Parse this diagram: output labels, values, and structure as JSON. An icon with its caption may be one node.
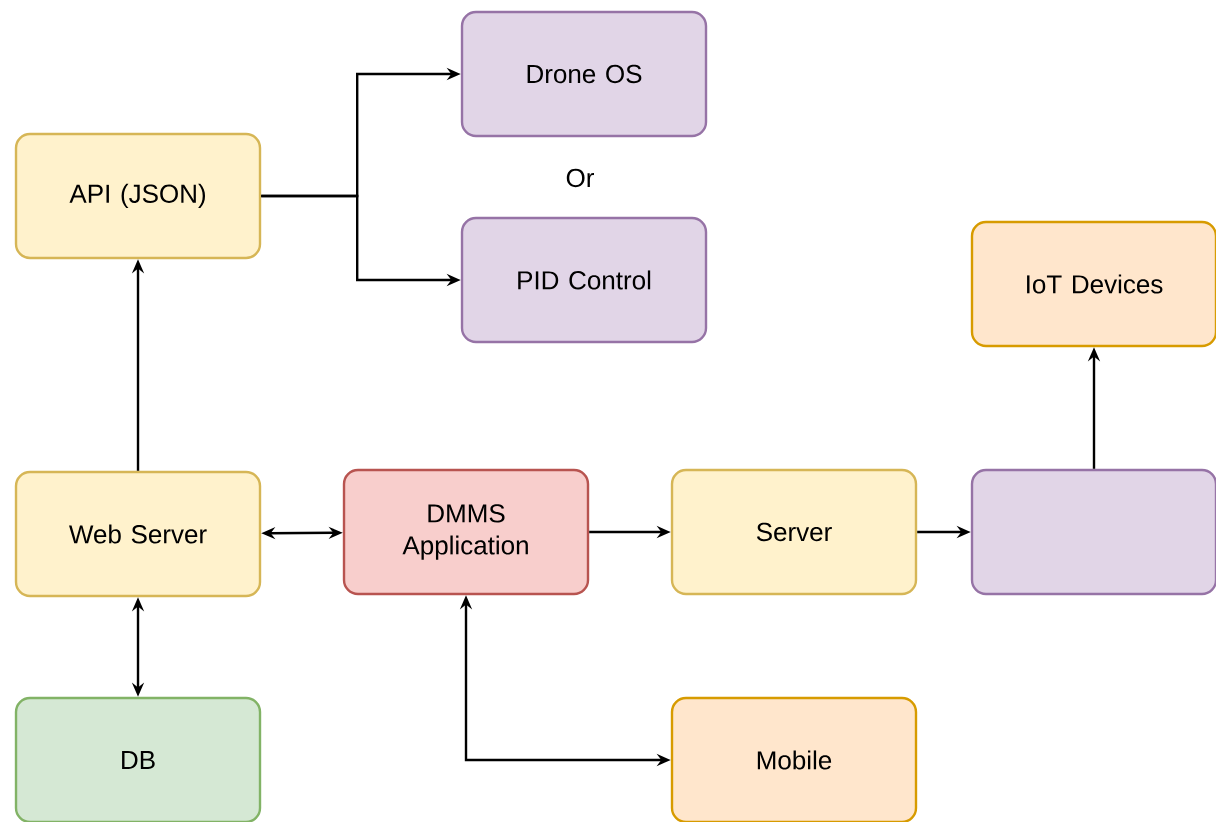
{
  "diagram": {
    "nodes": [
      {
        "text": [
          "API (JSON)"
        ]
      },
      {
        "text": [
          "Drone OS"
        ]
      },
      {
        "text": [
          "PID Control"
        ]
      },
      {
        "text": [
          "Web Server"
        ]
      },
      {
        "text": [
          "DMMS Application"
        ]
      },
      {
        "text": [
          "Server"
        ]
      },
      {
        "text": [],
        "shape": "box"
      },
      {
        "text": [
          "IoT Devices"
        ]
      },
      {
        "text": [
          "DB"
        ]
      },
      {
        "text": [
          "Mobile"
        ]
      }
    ],
    "edges": [
      {
        "from": 3,
        "to": 0,
        "arrow": "to"
      },
      {
        "from": 0,
        "to": 1,
        "arrow": "to"
      },
      {
        "from": 0,
        "to": 2,
        "arrow": "to"
      },
      {
        "from": 3,
        "to": 4,
        "arrow": "both"
      },
      {
        "from": 4,
        "to": 5,
        "arrow": "to"
      },
      {
        "from": 5,
        "to": 6,
        "arrow": "to"
      },
      {
        "from": 6,
        "to": 7,
        "arrow": "to"
      },
      {
        "from": 3,
        "to": 8,
        "arrow": "both"
      },
      {
        "from": 4,
        "to": 9,
        "arrow": "both"
      }
    ],
    "labels": [
      "Or"
    ]
  }
}
